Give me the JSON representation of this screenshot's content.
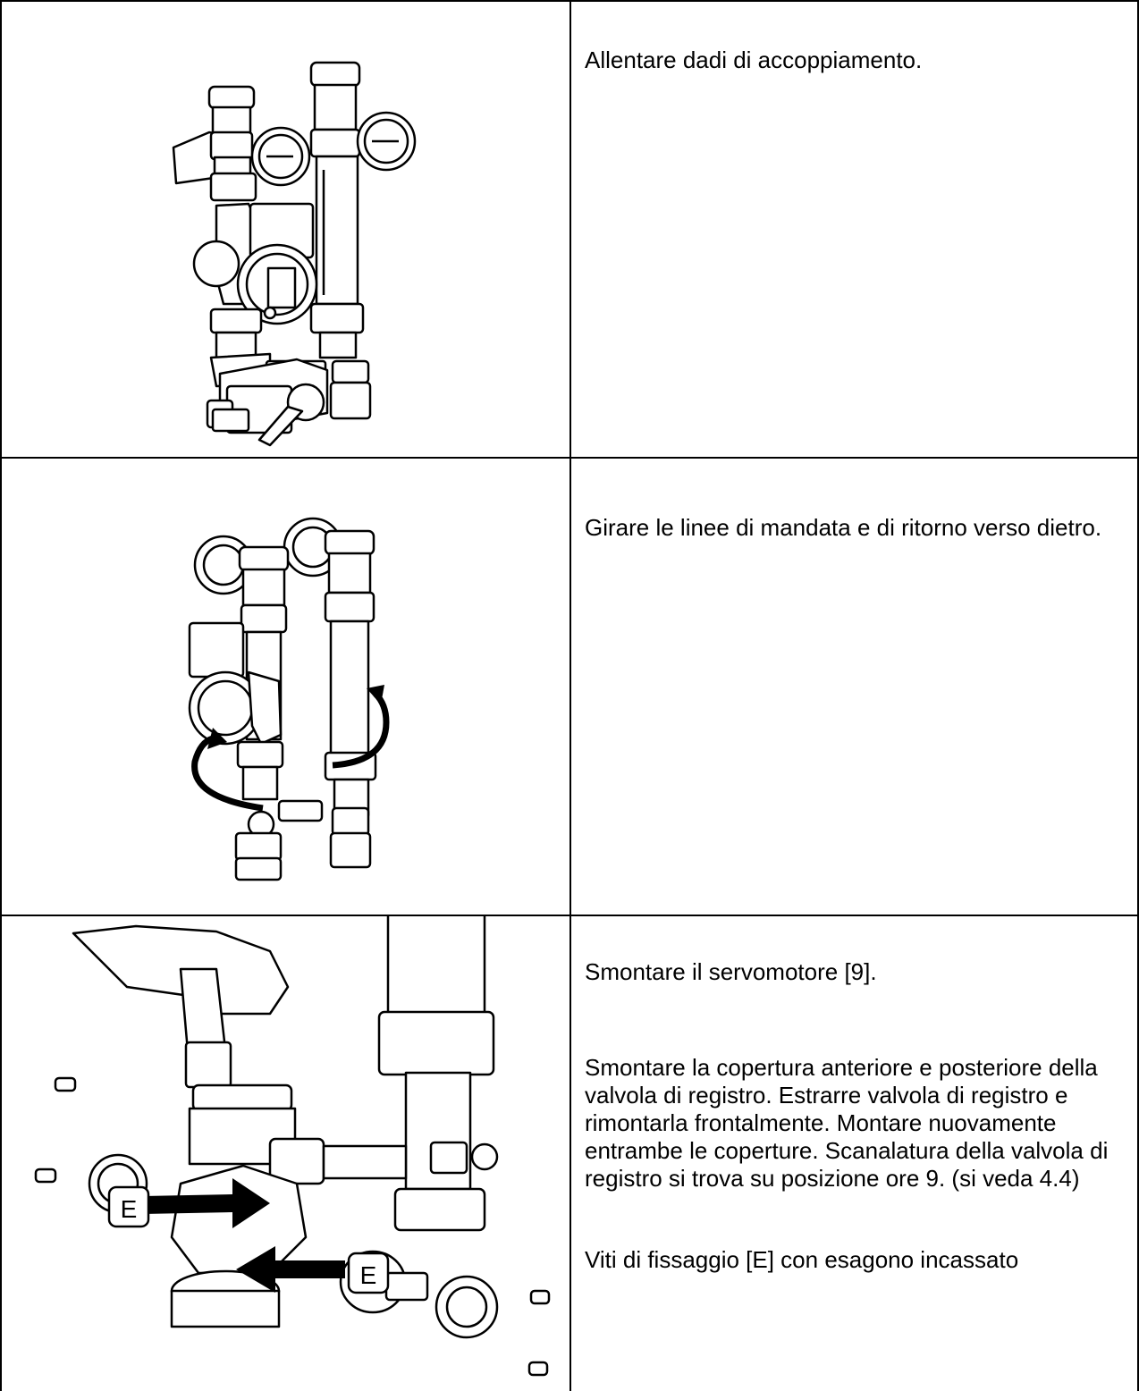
{
  "steps": [
    {
      "text": "Allentare dadi di accoppiamento."
    },
    {
      "text": "Girare le linee di mandata e di ritorno verso dietro."
    },
    {
      "paragraphs": [
        "Smontare il servomotore [9].",
        "Smontare la copertura anteriore e posteriore della valvola di registro. Estrarre valvola di registro e rimontarla frontalmente. Montare nuovamente entrambe le coperture. Scanalatura della valvola di registro si trova su posizione ore 9. (si veda 4.4)",
        "Viti di fissaggio [E] con esagono incassato"
      ],
      "callouts": [
        "E",
        "E"
      ]
    }
  ]
}
